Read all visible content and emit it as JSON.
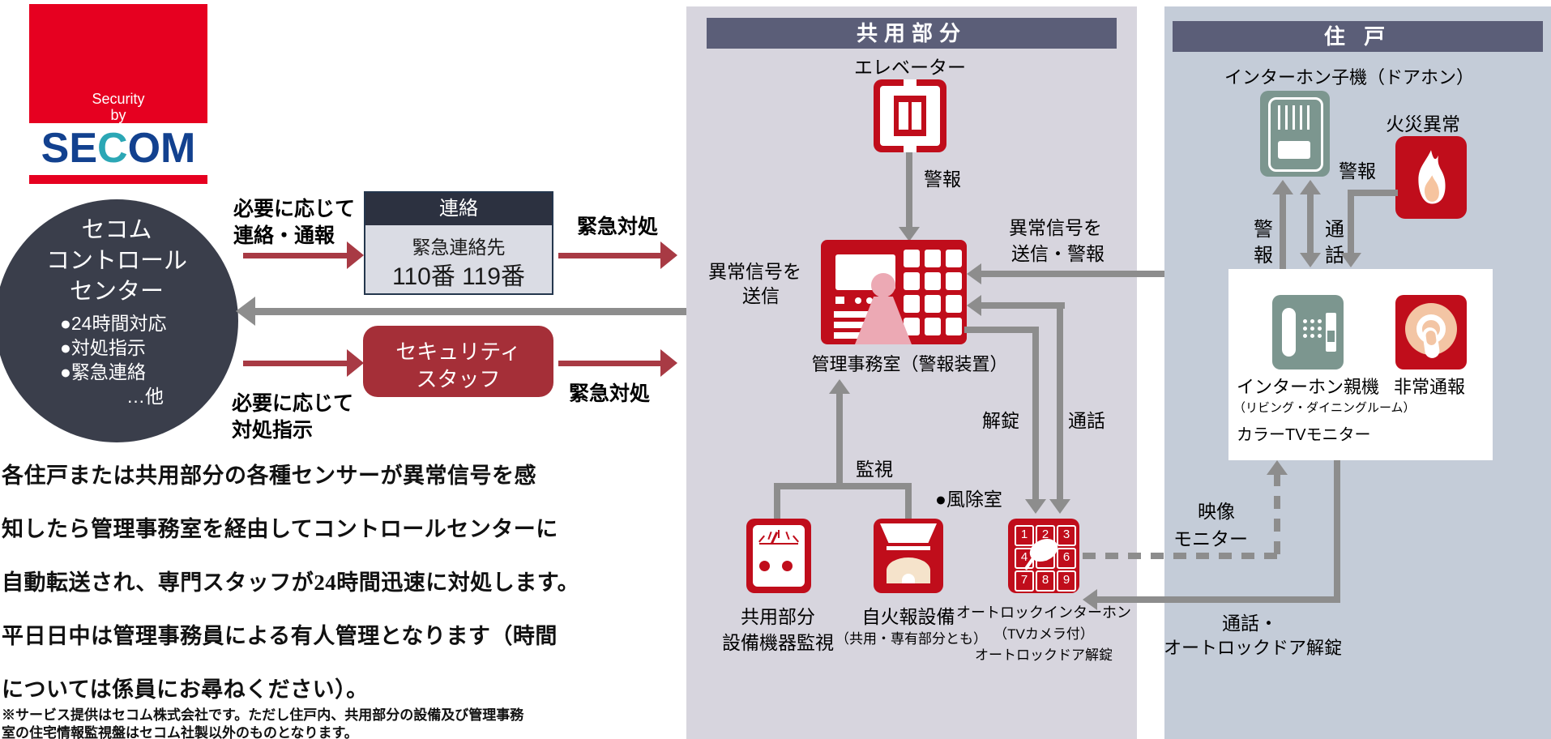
{
  "logo": {
    "tagline_line1": "Security",
    "tagline_line2": "by",
    "brand_s": "SE",
    "brand_c": "C",
    "brand_m": "OM",
    "brand_blue": "#12418f",
    "brand_teal": "#2ba7b5",
    "red": "#e60020"
  },
  "control_center": {
    "line1": "セコム",
    "line2": "コントロール",
    "line3": "センター",
    "bullet1": "●24時間対応",
    "bullet2": "●対処指示",
    "bullet3": "●緊急連絡",
    "etc": "…他"
  },
  "flow": {
    "need_contact_1": "必要に応じて",
    "need_contact_2": "連絡・通報",
    "contact_box": {
      "header": "連絡",
      "line1": "緊急連絡先",
      "line2": "110番 119番"
    },
    "emergency_top": "緊急対処",
    "staff_box": {
      "line1": "セキュリティ",
      "line2": "スタッフ"
    },
    "need_direct_1": "必要に応じて",
    "need_direct_2": "対処指示",
    "emergency_bottom": "緊急対処"
  },
  "description": {
    "line1": "各住戸または共用部分の各種センサーが異常信号を感",
    "line2": "知したら管理事務室を経由してコントロールセンターに",
    "line3": "自動転送され、専門スタッフが24時間迅速に対処します。",
    "line4": "平日日中は管理事務員による有人管理となります（時間",
    "line5": "については係員にお尋ねください）。"
  },
  "footnote": {
    "line1": "※サービス提供はセコム株式会社です。ただし住戸内、共用部分の設備及び管理事務",
    "line2": "室の住宅情報監視盤はセコム社製以外のものとなります。"
  },
  "common_area": {
    "header": "共用部分",
    "elevator": "エレベーター",
    "alarm": "警報",
    "signal_1": "異常信号を",
    "signal_2": "送信",
    "office": "管理事務室（警報装置）",
    "monitoring": "監視",
    "unlock": "解錠",
    "talk": "通話",
    "windbreak": "●風除室",
    "equipment_1": "共用部分",
    "equipment_2": "設備機器監視",
    "fire_system_1": "自火報設備",
    "fire_system_2": "（共用・専有部分とも）",
    "autolock_1": "オートロックインターホン",
    "autolock_2": "（TVカメラ付）",
    "autolock_3": "オートロックドア解錠",
    "to_unit_1": "異常信号を",
    "to_unit_2": "送信・警報",
    "keypad": [
      "1",
      "2",
      "3",
      "4",
      "5",
      "6",
      "7",
      "8",
      "9"
    ]
  },
  "residence": {
    "header": "住 戸",
    "doorphone": "インターホン子機（ドアホン）",
    "fire": "火災異常",
    "fire_alarm": "警報",
    "alarm_v": "警報",
    "talk_v": "通話",
    "master_1": "インターホン親機",
    "master_2": "（リビング・ダイニングルーム）",
    "master_3": "カラーTVモニター",
    "emergency_call": "非常通報",
    "video_1": "映像",
    "video_2": "モニター",
    "talk_unlock_1": "通話・",
    "talk_unlock_2": "オートロックドア解錠"
  }
}
